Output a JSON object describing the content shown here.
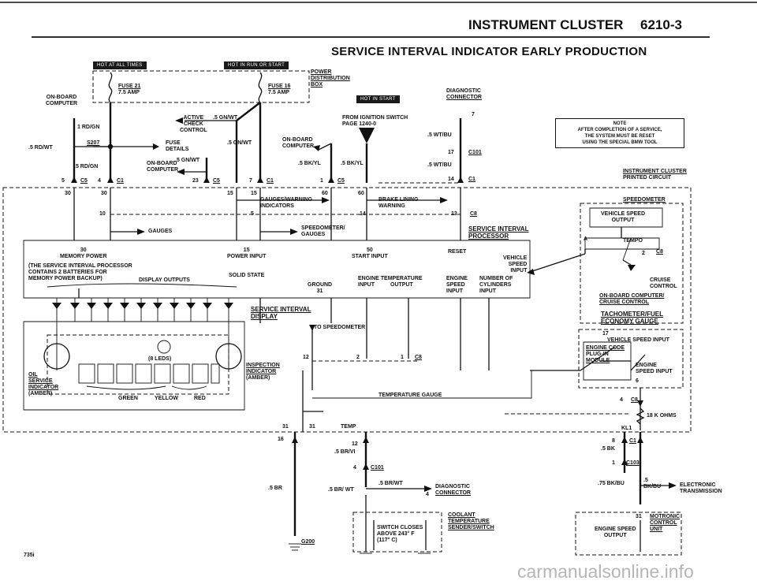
{
  "header": {
    "title": "INSTRUMENT CLUSTER",
    "page_number": "6210-3",
    "subtitle": "SERVICE INTERVAL INDICATOR EARLY PRODUCTION",
    "watermark": "carmanualsonline.info",
    "page_corner": "735i"
  },
  "chips": {
    "hot_always": "HOT AT ALL TIMES",
    "hot_run": "HOT IN RUN OR START",
    "hot_start": "HOT IN START"
  },
  "top": {
    "power_dist": [
      "POWER",
      "DISTRIBUTION",
      "BOX"
    ],
    "fuse21": "FUSE 21",
    "fuse21_amp": "7.5 AMP",
    "fuse16": "FUSE 16",
    "fuse16_amp": "7.5 AMP",
    "onboard_computer_left": [
      "ON-BOARD",
      "COMPUTER"
    ],
    "active_check_control": [
      "ACTIVE",
      "CHECK",
      "CONTROL"
    ],
    "gn_wt_1": ".5 GN/WT",
    "gn_wt_2": ".5 GN/WT",
    "rd_gn_1": "1 RD/GN",
    "rd_gn_2": ".5 RD/GN",
    "rd_wt": ".5 RD/WT",
    "s207": "S207",
    "fuse_details": [
      "FUSE",
      "DETAILS"
    ],
    "onboard_computer_mid": [
      "ON-BOARD",
      "COMPUTER"
    ],
    "gn_wt_3": ".5 GN/WT",
    "onboard_computer_right": [
      "ON-BOARD",
      "COMPUTER"
    ],
    "bk_yl_1": ".5 BK/YL",
    "bk_yl_2": ".5 BK/YL",
    "from_ignition": [
      "FROM IGNITION SWITCH",
      "PAGE 1240-0"
    ],
    "diag_connector": [
      "DIAGNOSTIC",
      "CONNECTOR"
    ],
    "wt_bu_1": ".5 WT/BU",
    "wt_bu_2": ".5 WT/BU",
    "c101_top": "C101",
    "c1_a": "C1",
    "c5_a": "C5",
    "c1_b": "C1",
    "c5_b": "C5",
    "c5_c": "C5",
    "c1_c": "C1",
    "pin_5": "5",
    "pin_4": "4",
    "pin_23": "23",
    "pin_7": "7",
    "pin_1": "1",
    "pin_17": "17",
    "pin_7b": "7",
    "pin_14": "14"
  },
  "note": [
    "NOTE",
    "AFTER COMPLETION OF A SERVICE,",
    "THE SYSTEM MUST BE RESET",
    "USING THE SPECIAL BMW TOOL"
  ],
  "cluster": {
    "label": [
      "INSTRUMENT CLUSTER",
      "PRINTED CIRCUIT"
    ],
    "pins_top": [
      "30",
      "30",
      "15",
      "15",
      "60",
      "60"
    ],
    "gauges_warning": [
      "GAUGES/WARNING",
      "INDICATORS"
    ],
    "brake_lining": [
      "BRAKE LINING",
      "WARNING"
    ],
    "gauges": "GAUGES",
    "speedometer_gauges": [
      "SPEEDOMETER/",
      "GAUGES"
    ],
    "sip": [
      "SERVICE INTERVAL",
      "PROCESSOR"
    ],
    "pin_10": "10",
    "pin_5": "5",
    "pin_14": "14",
    "pin_13": "13",
    "c8_a": "C8",
    "memory_power": [
      "30",
      "MEMORY POWER"
    ],
    "power_input": [
      "15",
      "POWER INPUT"
    ],
    "start_input": [
      "50",
      "START INPUT"
    ],
    "reset": "RESET",
    "sip_contains": [
      "(THE SERVICE INTERVAL PROCESSOR",
      "CONTAINS 2 BATTERIES FOR",
      "MEMORY POWER BACKUP)"
    ],
    "display_outputs": "DISPLAY OUTPUTS",
    "solid_state": "SOLID STATE",
    "ground": [
      "GROUND",
      "31"
    ],
    "engine_temp": [
      "ENGINE TEMPERATURE",
      "INPUT",
      "OUTPUT"
    ],
    "engine_speed": [
      "ENGINE",
      "SPEED",
      "INPUT"
    ],
    "number_of_cylinders": [
      "NUMBER OF",
      "CYLINDERS",
      "INPUT"
    ],
    "vehicle_speed_input": [
      "VEHICLE",
      "SPEED",
      "INPUT"
    ],
    "sid": [
      "SERVICE INTERVAL",
      "DISPLAY"
    ],
    "leds": "(8 LEDS)",
    "oil_service": [
      "OIL",
      "SERVICE",
      "INDICATOR",
      "(AMBER)"
    ],
    "inspection": [
      "INSPECTION",
      "INDICATOR",
      "(AMBER)"
    ],
    "green": "GREEN",
    "yellow": "YELLOW",
    "red": "RED",
    "to_speedometer": "TO SPEEDOMETER",
    "pin_12a": "12",
    "pin_2": "2",
    "pin_1": "1",
    "c8_b": "C8",
    "temp_gauge": "TEMPERATURE GAUGE",
    "speedometer": "SPEEDOMETER",
    "vehicle_speed_output": [
      "VEHICLE SPEED",
      "OUTPUT"
    ],
    "tempo": "TEMPO",
    "pin_a": "A",
    "pin_2b": "2",
    "c8_c": "C8",
    "cruise_control": [
      "CRUISE",
      "CONTROL"
    ],
    "onboard_cruise": [
      "ON-BOARD COMPUTER/",
      "CRUISE CONTROL"
    ],
    "tach_fuel": [
      "TACHOMETER/FUEL",
      "ECONOMY GAUGE"
    ],
    "pin_17": "17",
    "vehicle_speed_in": "VEHICLE SPEED INPUT",
    "engine_code": [
      "ENGINE CODE",
      "PLUG-IN",
      "MODULE"
    ],
    "engine_speed_input": [
      "ENGINE",
      "SPEED INPUT"
    ],
    "pin_6": "6",
    "pin_4": "4",
    "c8_d": "C8",
    "ohms": "18 K OHMS",
    "kl1": "KL1",
    "pin_31a": "31",
    "pin_31b": "31",
    "temp_label": "TEMP"
  },
  "bottom": {
    "pin_16": "16",
    "br_left": ".5 BR",
    "g200": "G200",
    "pin_12": "12",
    "br_vi": ".5 BR/VI",
    "pin_4": "4",
    "c101": "C101",
    "br_wt_1": ".5 BR/ WT",
    "br_wt_2": ".5 BR/WT",
    "pin_4b": "4",
    "diag_connector": [
      "DIAGNOSTIC",
      "CONNECTOR"
    ],
    "switch": [
      "SWITCH CLOSES",
      "ABOVE 243° F",
      "(117° C)"
    ],
    "coolant": [
      "COOLANT",
      "TEMPERATURE",
      "SENDER/SWITCH"
    ],
    "pin_8": "8",
    "c1": "C1",
    "bk": ".5 BK",
    "pin_1": "1",
    "c103": "C103",
    "bk_bu_1": ".75 BK/BU",
    "bk_bu_2": [
      ".5",
      "BK/BU"
    ],
    "electronic_trans": [
      "ELECTRONIC",
      "TRANSMISSION"
    ],
    "pin_31": "31",
    "motronic": [
      "MOTRONIC",
      "CONTROL",
      "UNIT"
    ],
    "engine_speed_output": [
      "ENGINE SPEED",
      "OUTPUT"
    ]
  }
}
